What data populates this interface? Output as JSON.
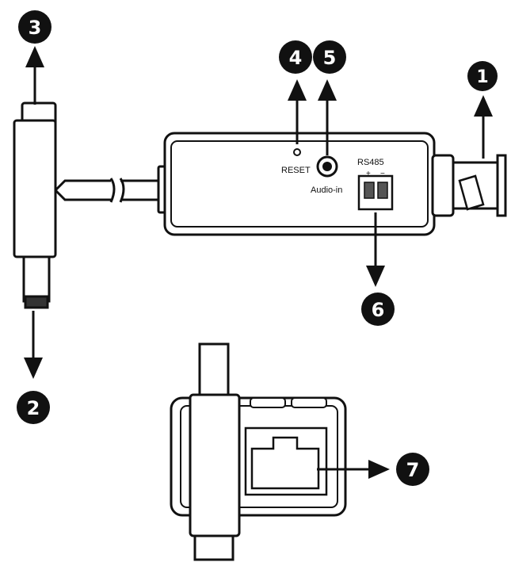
{
  "labels": {
    "reset": "RESET",
    "audio_in": "Audio-in",
    "rs485": "RS485",
    "plus": "+",
    "minus": "−"
  },
  "callouts": [
    "1",
    "2",
    "3",
    "4",
    "5",
    "6",
    "7"
  ],
  "colors": {
    "ink": "#111111",
    "paper": "#ffffff"
  }
}
